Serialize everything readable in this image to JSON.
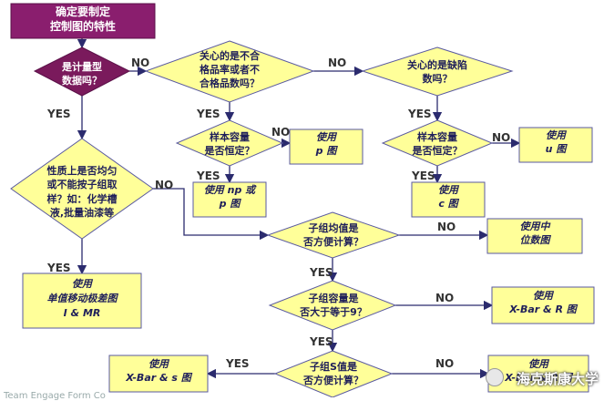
{
  "nodes": {
    "start": [
      "确定要制定",
      "控制图的特性"
    ],
    "q_measure": [
      "是计量型",
      "数据吗？"
    ],
    "q_defective": [
      "关心的是不合",
      "格品率或者不",
      "合格品数吗？"
    ],
    "q_defects": [
      "关心的是缺陷",
      "数吗？"
    ],
    "q_sample_np": [
      "样本容量",
      "是否恒定？"
    ],
    "q_sample_c": [
      "样本容量",
      "是否恒定？"
    ],
    "use_p": [
      "使用",
      "p 图"
    ],
    "use_np": [
      "使用 np 或",
      "p 图"
    ],
    "use_u": [
      "使用",
      "u 图"
    ],
    "use_c": [
      "使用",
      "c 图"
    ],
    "q_homog": [
      "性质上是否均匀",
      "或不能按子组取",
      "样？如：化学槽",
      "液,批量油漆等"
    ],
    "use_imr": [
      "使用",
      "单值移动极差图",
      "I & MR"
    ],
    "q_median": [
      "子组均值是",
      "否方便计算？"
    ],
    "use_median": [
      "使用中",
      "位数图"
    ],
    "q_size9": [
      "子组容量是",
      "否大于等于9？"
    ],
    "use_xr": [
      "使用",
      "X-Bar & R 图"
    ],
    "q_sd": [
      "子组S值是",
      "否方便计算？"
    ],
    "use_xs": [
      "使用",
      "X-Bar & s 图"
    ],
    "use_xr2": [
      "使用",
      "X-Bar & R 图"
    ]
  },
  "edge_labels": {
    "yes": "YES",
    "no": "NO"
  },
  "watermark": "海克斯康大学",
  "footer": "Team Engage Form Co",
  "colors": {
    "start_fill": "#8a1e6e",
    "diamond_maroon": "#7a1a5c",
    "diamond_fill": "#ffff99",
    "box_fill": "#ffff99",
    "stroke": "#5a5aa0",
    "arrow": "#2b2b6e"
  }
}
